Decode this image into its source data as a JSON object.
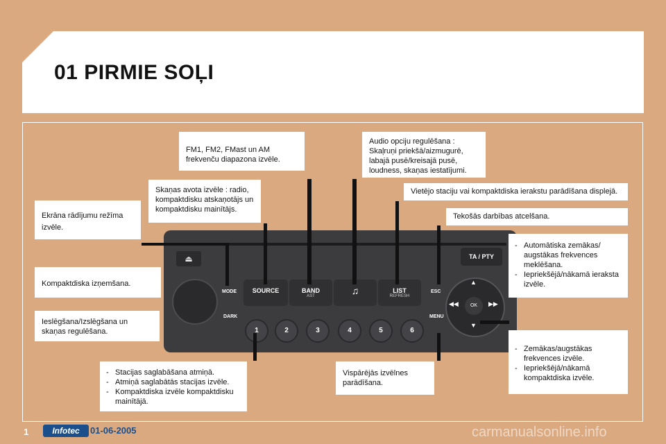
{
  "title": "01 PIRMIE SOĻI",
  "boxes": {
    "band": "FM1, FM2, FMast un AM frekvenču diapazona izvēle.",
    "audio": "Audio opciju regulēšana : Skaļruņi priekšā/aizmugurē, labajā pusē/kreisajā pusē, loudness, skaņas iestatījumi.",
    "source": "Skaņas avota izvēle : radio, kompaktdisku atskaņotājs un kompaktdisku mainītājs.",
    "list": "Vietējo staciju vai kompaktdiska ierakstu parādīšana displejā.",
    "esc": "Tekošās darbības atcelšana.",
    "mode": "Ekrāna rādījumu režīma izvēle.",
    "eject": "Kompaktdiska izņemšana.",
    "power": "Ieslēgšana/Izslēgšana un skaņas regulēšana.",
    "menu": "Vispārējās izvēlnes parādīšana.",
    "updown": [
      "Automātiska zemākas/ augstākas frekvences meklēšana.",
      "Iepriekšējā/nākamā ieraksta izvēle."
    ],
    "leftright": [
      "Zemākas/augstākas frekvences izvēle.",
      "Iepriekšējā/nākamā kompaktdiska izvēle."
    ],
    "presets": [
      "Stacijas saglabāšana atmiņā.",
      "Atmiņā saglabātās stacijas izvēle.",
      "Kompaktdiska izvēle kompaktdisku mainītājā."
    ]
  },
  "radio": {
    "ta_pty": "TA / PTY",
    "eject_symbol": "⏏",
    "mode": "MODE",
    "dark": "DARK",
    "source": "SOURCE",
    "band": "BAND",
    "band_sub": "AST",
    "audio_symbol": "♫",
    "list": "LIST",
    "list_sub": "REFRESH",
    "esc": "ESC",
    "menu": "MENU",
    "ok": "OK",
    "presets": [
      "1",
      "2",
      "3",
      "4",
      "5",
      "6"
    ]
  },
  "footer": {
    "page": "1",
    "badge": "Infotec",
    "date": "01-06-2005",
    "watermark": "carmanualsonline.info"
  }
}
